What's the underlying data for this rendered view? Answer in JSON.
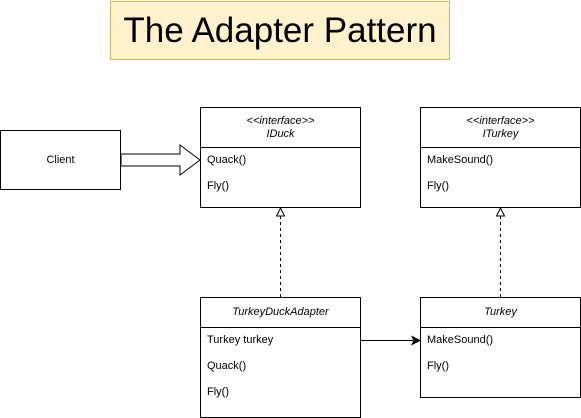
{
  "title": "The Adapter Pattern",
  "client": {
    "label": "Client"
  },
  "iduck": {
    "stereotype": "<<interface>>",
    "name": "IDuck",
    "members": [
      "Quack()",
      "Fly()"
    ]
  },
  "iturkey": {
    "stereotype": "<<interface>>",
    "name": "ITurkey",
    "members": [
      "MakeSound()",
      "Fly()"
    ]
  },
  "adapter": {
    "name": "TurkeyDuckAdapter",
    "members": [
      "Turkey turkey",
      "Quack()",
      "Fly()"
    ]
  },
  "turkey": {
    "name": "Turkey",
    "members": [
      "MakeSound()",
      "Fly()"
    ]
  },
  "colors": {
    "title_fill": "#fff2cc",
    "title_border": "#d6b656",
    "line": "#000000"
  }
}
